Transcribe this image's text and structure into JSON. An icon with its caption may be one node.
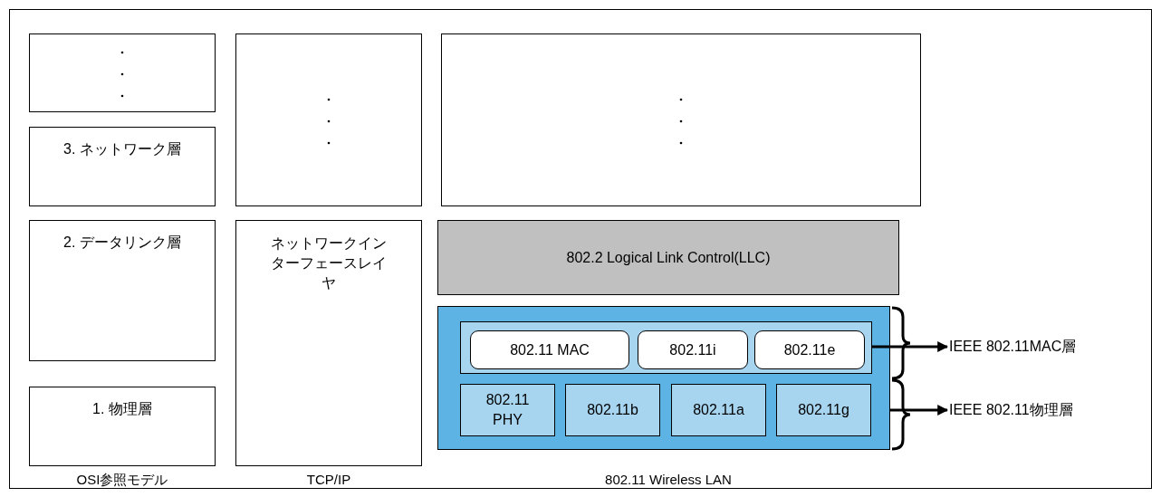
{
  "diagram": {
    "nodes": [
      {
        "text": [],
        "shape": "box"
      },
      {
        "text": [
          "3. ネットワーク層"
        ]
      },
      {
        "text": [
          "2. データリンク層"
        ]
      },
      {
        "text": [
          "1. 物理層"
        ]
      },
      {
        "text": [],
        "shape": "box"
      },
      {
        "text": [
          "ネットワークインターフェースレイヤ"
        ]
      },
      {
        "text": [],
        "shape": "box"
      },
      {
        "text": [
          "802.2 Logical Link Control(LLC)"
        ]
      },
      {
        "text": [],
        "shape": "box"
      },
      {
        "text": [],
        "shape": "box",
        "in": 8
      },
      {
        "text": [
          "802.11 MAC"
        ],
        "in": 9
      },
      {
        "text": [
          "802.11i"
        ],
        "in": 9
      },
      {
        "text": [
          "802.11e"
        ],
        "in": 9
      },
      {
        "text": [
          "802.11 PHY"
        ],
        "in": 8
      },
      {
        "text": [
          "802.11b"
        ],
        "in": 8
      },
      {
        "text": [
          "802.11a"
        ],
        "in": 8
      },
      {
        "text": [
          "802.11g"
        ],
        "in": 8
      },
      {
        "text": [
          "IEEE 802.11MAC層"
        ]
      },
      {
        "text": [
          "IEEE 802.11物理層"
        ]
      }
    ],
    "edges": [
      {
        "from": 9,
        "to": 17,
        "arrow": "to"
      },
      {
        "from": 8,
        "to": 18,
        "arrow": "to"
      }
    ],
    "labels": [
      "OSI参照モデル",
      "TCP/IP",
      "802.11 Wireless LAN"
    ]
  }
}
